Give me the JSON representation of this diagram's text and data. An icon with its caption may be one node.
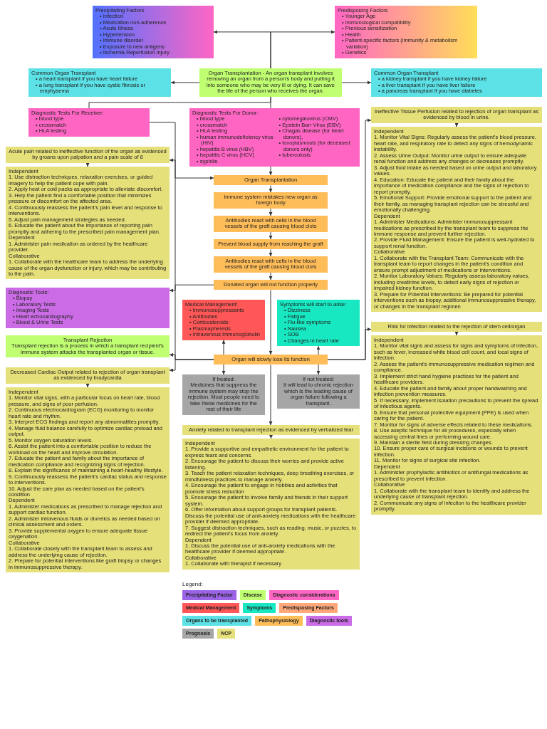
{
  "diagram": {
    "nodes": [
      {
        "text": [
          "Precipitating Factors",
          "• Infection",
          "• Medication non-adherence",
          "• Acute Illness",
          "• Hypertension",
          "• Immune disorder",
          "• Exposure to new antigens",
          "• Ischemia-Reperfusion injury"
        ]
      },
      {
        "text": [
          "Predisposing Factors",
          "• Younger Age",
          "• Immunological compatibility",
          "• Previous sensitization",
          "• Health",
          "• Patient-specific factors (immunity & metabolism variation)",
          "• Genetics"
        ]
      },
      {
        "text": [
          "Common Organ Transplant",
          "• a heart transplant if you have heart failure",
          "• a lung transplant if you have cystic fibrosis or emphysema"
        ]
      },
      {
        "text": [
          "Organ Transplantation - An organ transplant involves removing an organ from a person's body and putting it into someone who may be very ill or dying. It can save the life of the person who receives the organ."
        ]
      },
      {
        "text": [
          "Common Organ Transplant",
          "• a kidney transplant if you have kidney failure",
          "• a liver transplant if you have liver failure",
          "• a pancreas transplant if you have diabetes"
        ]
      },
      {
        "text": [
          "Ineffective Tissue Perfusion related to rejection of organ transplant as evidenced by blood in urine."
        ]
      },
      {
        "text": [
          "Independent",
          "1. Monitor Vital Signs: Regularly assess the patient's blood pressure, heart rate, and respiratory rate to detect any signs of hemodynamic instability.",
          "2. Assess Urine Output: Monitor urine output to ensure adequate renal function and address any changes or decreases promptly.",
          "3. Adjust fluid intake as needed based on urine output and laboratory values.",
          "4. Education: Educate the patient and their family about the importance of medication compliance and the signs of rejection to report promptly.",
          "5. Emotional Support: Provide emotional support to the patient and their family, as managing transplant rejection can be stressful and emotionally challenging.",
          "Dependent",
          "1. Administer Medications: Administer immunosuppressant medications as prescribed by the transplant team to suppress the immune response and prevent further rejection.",
          "2. Provide Fluid Management: Ensure the patient is well-hydrated to support renal function.",
          "Collaborative",
          "1. Collaborate with the Transplant Team: Communicate with the transplant team to report changes in the patient's condition and ensure prompt adjustment of medications or interventions.",
          "2. Monitor Laboratory Values: Regularly assess laboratory values, including creatinine levels, to detect early signs of rejection or impaired kidney function.",
          "3. Prepare for Potential Interventions: Be prepared for potential interventions such as biopsy, additional immunosuppressive therapy, or changes in the transplant regimen"
        ]
      },
      {
        "text": [
          "Diagnostic Tests For Receiver:",
          "• blood type",
          "• crossmatch",
          "• HLA testing"
        ]
      },
      {
        "text": [
          "Diagnostic Tests For Donor:",
          "• blood type",
          "• crossmatch",
          "• HLA testing",
          "• human immunodeficiency virus (HIV)",
          "• hepatitis B virus (HBV)",
          "• hepatitis C virus (HCV)",
          "• syphilis",
          "• cytomegalovirus (CMV)",
          "• Epstein Barr Virus (EBV)",
          "• Chagas disease (for heart donors),",
          "• toxoplasmosis (for deceased donors only)",
          "• tuberculosis"
        ]
      },
      {
        "text": [
          "Acute pain related to ineffective function of the organ as evidenced by groans upon palpation and a pain scale of 8"
        ]
      },
      {
        "text": [
          "Independent",
          "1. Use distraction techniques, relaxation exercises, or guided imagery to help the patient cope with pain.",
          "2. Apply heat or cold packs as appropriate to alleviate discomfort.",
          "3. Help the patient find a comfortable position that minimizes pressure or discomfort on the affected area.",
          "4. Continuously reassess the patient's pain level and response to interventions.",
          "5. Adjust pain management strategies as needed.",
          "6. Educate the patient about the importance of reporting pain promptly and adhering to the prescribed pain management plan.",
          "Dependent",
          "1. Administer pain medication as ordered by the healthcare provider.",
          "Collaborative",
          "1. Collaborate with the healthcare team to address the underlying cause of the organ dysfunction or injury, which may be contributing to the pain."
        ]
      },
      {
        "text": [
          "Organ Transplantation"
        ]
      },
      {
        "text": [
          "Immune system mistakes new organ as foreign body"
        ]
      },
      {
        "text": [
          "Antibodies react with cells in the blood vessels of the graft causing blood clots"
        ]
      },
      {
        "text": [
          "Prevent blood supply from reaching the graft"
        ]
      },
      {
        "text": [
          "Antibodies react with cells in the blood vessels of the graft causing blood clots"
        ]
      },
      {
        "text": [
          "Medical Management:",
          "• Immunosuppressants",
          "• Antibodies",
          "• Corticosteroids",
          "• Plasmapheresis",
          "• Intravenous Immunoglobulin"
        ]
      },
      {
        "text": [
          "Diagnostic Tools:",
          "• Biopsy",
          "• Laboratory Tests",
          "• Imaging Tests",
          "• Heart echocardiography",
          "• Blood & Urine Tests"
        ]
      },
      {
        "text": [
          "Donated organ will not function properly"
        ]
      },
      {
        "text": [
          "Symptoms will start to arise:",
          "• Dizziness",
          "• Fatigue",
          "• Flu-like symptoms",
          "• Nausea",
          "• SOB",
          "• Changes in heart rate"
        ]
      },
      {
        "text": [
          "Transplant Rejection",
          "Transplant rejection is a process in which a transplant recipient's immune system attacks the transplanted organ or tissue."
        ]
      },
      {
        "text": [
          "Organ will slowly lose its function"
        ]
      },
      {
        "text": [
          "If treated:",
          "Medicines that suppress the immune system may stop the rejection. Most people need to take these medicines for the rest of their life"
        ]
      },
      {
        "text": [
          "If not treated:",
          "It will lead to chronic rejection which is the leading cause of organ failure following a transplant."
        ]
      },
      {
        "text": [
          "Decreased Cardiac Output related to rejection of organ transplant as evidenced by bradycardia"
        ]
      },
      {
        "text": [
          "Independent",
          "1. Monitor vital signs, with a particular focus on heart rate, blood pressure, and signs of poor perfusion.",
          "2. Continuous electrocardiogram (ECG) monitoring to monitor heart rate and rhythm.",
          "3. Interpret ECG findings and report any abnormalities promptly.",
          "4. Manage fluid balance carefully to optimize cardiac preload and output.",
          "5. Monitor oxygen saturation levels.",
          "6. Assist the patient into a comfortable position to reduce the workload on the heart and improve circulation.",
          "7. Educate the patient and family about the importance of medication compliance and recognizing signs of rejection.",
          "8. Explain the significance of maintaining a heart-healthy lifestyle.",
          "9. Continuously reassess the patient's cardiac status and response to interventions.",
          "10. Adjust the care plan as needed based on the patient's condition",
          "Dependent",
          "1. Administer medications as prescribed to manage rejection and support cardiac function.",
          "2. Administer intravenous fluids or diuretics as needed based on clinical assessment and orders.",
          "3. Provide supplemental oxygen to ensure adequate tissue oxygenation.",
          "Collaborative",
          "1. Collaborate closely with the transplant team to assess and address the underlying cause of rejection.",
          "2. Prepare for potential interventions like graft biopsy or changes in immunosuppressive therapy."
        ]
      },
      {
        "text": [
          "Anxiety related to transplant rejection as evidenced by verbalized fear"
        ]
      },
      {
        "text": [
          "Independent",
          "1. Provide a supportive and empathetic environment for the patient to express fears and concerns.",
          "2. Encourage the patient to discuss their worries and provide active listening.",
          "3. Teach the patient relaxation techniques, deep breathing exercises, or mindfulness practices to manage anxiety.",
          "4. Encourage the patient to engage in hobbies and activities that promote stress reduction",
          "5. Encourage the patient to involve family and friends in their support system.",
          "6. Offer information about support groups for transplant patients. Discuss the potential use of anti-anxiety medications with the healthcare provider if deemed appropriate.",
          "7. Suggest distraction techniques, such as reading, music, or puzzles, to redirect the patient's focus from anxiety.",
          "Dependent",
          "1. Discuss the potential use of anti-anxiety medications with the healthcare provider if deemed appropriate.",
          "Collaborative",
          "1. Collaborate with therapist if necessary"
        ]
      },
      {
        "text": [
          "Risk for infection related to the rejection of stem cell/organ"
        ]
      },
      {
        "text": [
          "Independent",
          "1. Monitor vital signs and assess for signs and symptoms of infection, such as fever, increased white blood cell count, and local signs of infection.",
          "2. Assess the patient's immunosuppressive medication regimen and compliance.",
          "3. Implement strict hand hygiene practices for the patient and healthcare providers.",
          "4. Educate the patient and family about proper handwashing and infection prevention measures.",
          "5. If necessary, implement isolation precautions to prevent the spread of infectious agents.",
          "6. Ensure that personal protective equipment (PPE) is used when caring for the patient.",
          "7. Monitor for signs of adverse effects related to these medications.",
          "8. Use aseptic technique for all procedures, especially when accessing central lines or performing wound care.",
          "9. Maintain a sterile field during dressing changes.",
          "10. Ensure proper care of surgical incisions or wounds to prevent infection.",
          "11. Monitor for signs of surgical site infection.",
          "Dependent",
          "1. Administer prophylactic antibiotics or antifungal medications as prescribed to prevent infection.",
          "Collaborative",
          "1. Collaborate with the transplant team to identify and address the underlying cause of transplant rejection.",
          "2. Communicate any signs of infection to the healthcare provider promptly."
        ]
      }
    ],
    "edges": [
      {
        "from": 3,
        "to": 0,
        "arrow": "to"
      },
      {
        "from": 3,
        "to": 1,
        "arrow": "to"
      },
      {
        "from": 3,
        "to": 2,
        "arrow": "to"
      },
      {
        "from": 3,
        "to": 4,
        "arrow": "to"
      },
      {
        "from": 3,
        "to": 7,
        "arrow": "none"
      },
      {
        "from": 3,
        "to": 8,
        "arrow": "none"
      },
      {
        "from": 7,
        "to": 11,
        "arrow": "to"
      },
      {
        "from": 8,
        "to": 11,
        "arrow": "to"
      },
      {
        "from": 5,
        "to": 6,
        "arrow": "to"
      },
      {
        "from": 9,
        "to": 10,
        "arrow": "to"
      },
      {
        "from": 11,
        "to": 12,
        "arrow": "to"
      },
      {
        "from": 12,
        "to": 13,
        "arrow": "to"
      },
      {
        "from": 13,
        "to": 14,
        "arrow": "to"
      },
      {
        "from": 14,
        "to": 15,
        "arrow": "to"
      },
      {
        "from": 15,
        "to": 18,
        "arrow": "to"
      },
      {
        "from": 18,
        "to": 17,
        "arrow": "to"
      },
      {
        "from": 18,
        "to": 21,
        "arrow": "to"
      },
      {
        "from": 21,
        "to": 20,
        "arrow": "to"
      },
      {
        "from": 21,
        "to": 16,
        "arrow": "to"
      },
      {
        "from": 21,
        "to": 19,
        "arrow": "to"
      },
      {
        "from": 21,
        "to": 9,
        "arrow": "to"
      },
      {
        "from": 21,
        "to": 5,
        "arrow": "to"
      },
      {
        "from": 21,
        "to": 22,
        "arrow": "to"
      },
      {
        "from": 21,
        "to": 23,
        "arrow": "to"
      },
      {
        "from": 21,
        "to": 24,
        "arrow": "to"
      },
      {
        "from": 21,
        "to": 26,
        "arrow": "to"
      },
      {
        "from": 21,
        "to": 28,
        "arrow": "to"
      },
      {
        "from": 24,
        "to": 25,
        "arrow": "to"
      },
      {
        "from": 26,
        "to": 27,
        "arrow": "to"
      },
      {
        "from": 28,
        "to": 29,
        "arrow": "to"
      }
    ],
    "labels": [
      "Legend:"
    ],
    "legend": [
      {
        "text": "Precipitating Factor",
        "color": "#9b63e6"
      },
      {
        "text": "Disease",
        "color": "#c1ff72"
      },
      {
        "text": "Diagnostic considerations",
        "color": "#ff66c4"
      },
      {
        "text": "Medical Management",
        "color": "#ff5757"
      },
      {
        "text": "Symptoms",
        "color": "#17e8c1"
      },
      {
        "text": "Predisposing Factors",
        "color": "#ffa87a"
      },
      {
        "text": "Organs to be transplanted",
        "color": "#5ce1e6"
      },
      {
        "text": "Pathophysiology",
        "color": "#ffbd59"
      },
      {
        "text": "Diagnostic tools",
        "color": "#cb6ce6"
      },
      {
        "text": "Prognosis",
        "color": "#a6a6a6"
      },
      {
        "text": "NCP",
        "color": "#e6e07a"
      }
    ]
  }
}
